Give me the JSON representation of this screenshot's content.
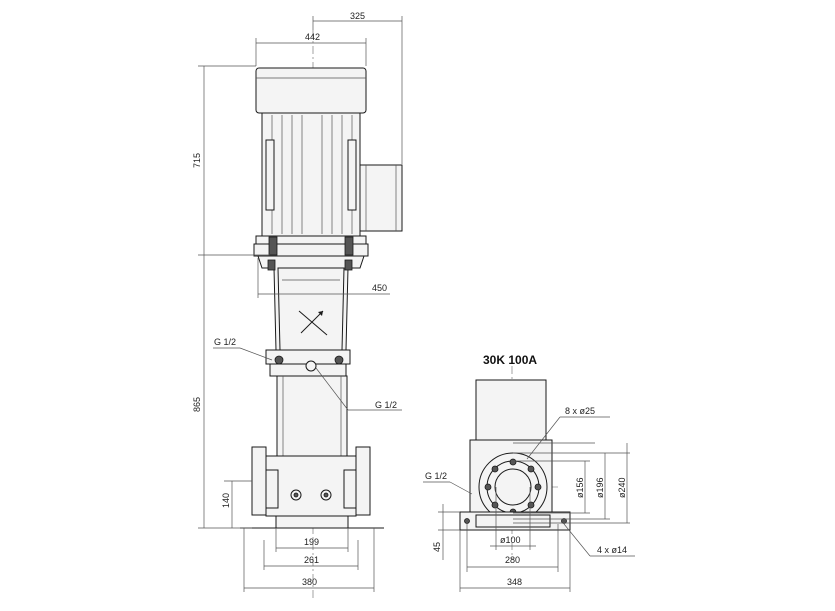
{
  "view_title": "30K 100A",
  "dimensions": {
    "motor_offset": "325",
    "motor_width": "442",
    "motor_height": "715",
    "bracket_width": "450",
    "pump_height": "865",
    "port_height": "140",
    "inner_base": "199",
    "base_holes": "261",
    "base_total": "380",
    "base_plate_height": "45",
    "flange_holes": "8 x ø25",
    "flange_d1": "ø156",
    "flange_d2": "ø196",
    "flange_d3": "ø240",
    "port_d": "ø100",
    "base_width_side": "280",
    "base_total_side": "348",
    "anchor_holes": "4 x ø14"
  },
  "callouts": {
    "vent_upper": "G 1/2",
    "vent_right": "G 1/2",
    "drain_side": "G 1/2"
  }
}
